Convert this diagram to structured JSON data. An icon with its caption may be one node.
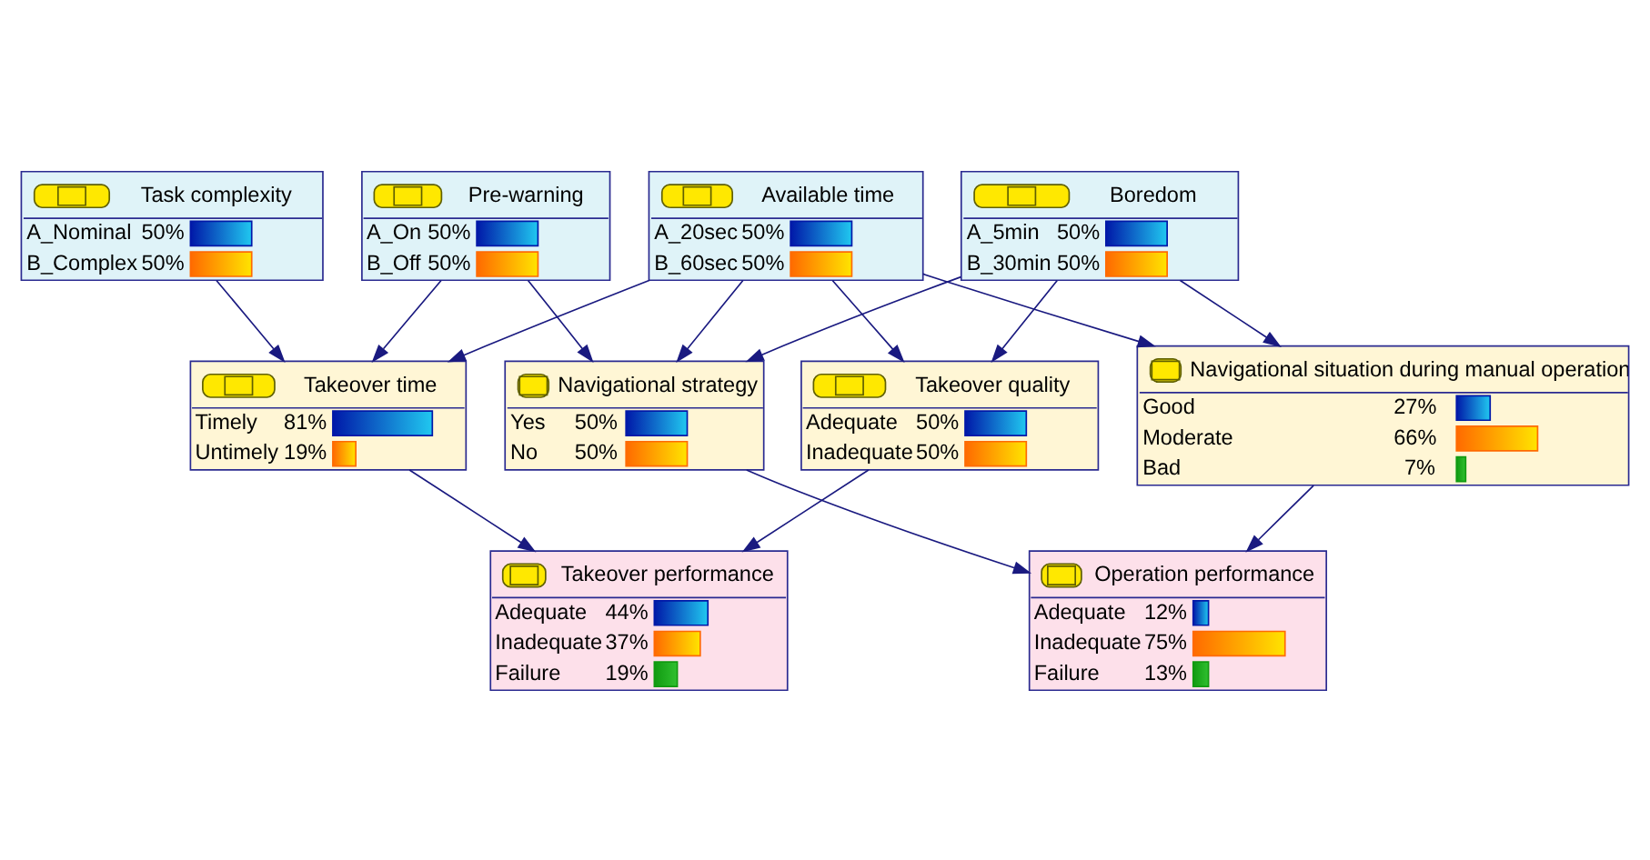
{
  "diagram": {
    "nodes": [
      {
        "text": [
          "Task complexity",
          "A_Nominal",
          "50%",
          "B_Complex",
          "50%"
        ]
      },
      {
        "text": [
          "Pre-warning",
          "A_On",
          "50%",
          "B_Off",
          "50%"
        ]
      },
      {
        "text": [
          "Available time",
          "A_20sec",
          "50%",
          "B_60sec",
          "50%"
        ]
      },
      {
        "text": [
          "Boredom",
          "A_5min",
          "50%",
          "B_30min",
          "50%"
        ]
      },
      {
        "text": [
          "Takeover time",
          "Timely",
          "81%",
          "Untimely",
          "19%"
        ]
      },
      {
        "text": [
          "Takeover quality",
          "Adequate",
          "50%",
          "Inadequate",
          "50%"
        ]
      },
      {
        "text": [
          "Navigational strategy",
          "Yes",
          "50%",
          "No",
          "50%"
        ]
      },
      {
        "text": [
          "Navigational situation during manual operation",
          "Good",
          "27%",
          "Moderate",
          "66%",
          "Bad",
          "7%"
        ]
      },
      {
        "text": [
          "Takeover performance",
          "Adequate",
          "44%",
          "Inadequate",
          "37%",
          "Failure",
          "19%"
        ]
      },
      {
        "text": [
          "Operation performance",
          "Adequate",
          "12%",
          "Inadequate",
          "75%",
          "Failure",
          "13%"
        ]
      }
    ],
    "edges": [
      {
        "from": 0,
        "to": 4,
        "arrow": "to"
      },
      {
        "from": 1,
        "to": 4,
        "arrow": "to"
      },
      {
        "from": 1,
        "to": 6,
        "arrow": "to"
      },
      {
        "from": 2,
        "to": 4,
        "arrow": "to"
      },
      {
        "from": 2,
        "to": 5,
        "arrow": "to"
      },
      {
        "from": 2,
        "to": 6,
        "arrow": "to"
      },
      {
        "from": 2,
        "to": 7,
        "arrow": "to"
      },
      {
        "from": 3,
        "to": 5,
        "arrow": "to"
      },
      {
        "from": 3,
        "to": 6,
        "arrow": "to"
      },
      {
        "from": 3,
        "to": 7,
        "arrow": "to"
      },
      {
        "from": 4,
        "to": 8,
        "arrow": "to"
      },
      {
        "from": 5,
        "to": 8,
        "arrow": "to"
      },
      {
        "from": 6,
        "to": 9,
        "arrow": "to"
      },
      {
        "from": 7,
        "to": 9,
        "arrow": "to"
      }
    ]
  }
}
